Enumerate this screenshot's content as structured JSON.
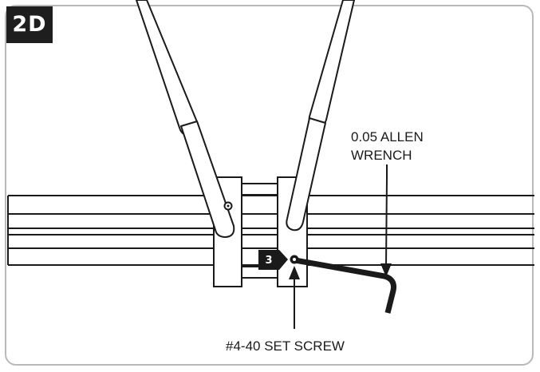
{
  "badge": {
    "step": "2D"
  },
  "labels": {
    "wrench_line1": "0.05 ALLEN",
    "wrench_line2": "WRENCH",
    "screw": "#4-40 SET SCREW"
  },
  "callout": {
    "number": "3"
  },
  "colors": {
    "ink": "#1a1a1a",
    "frame": "#b9b9b9",
    "badge": "#1e1e1e"
  }
}
